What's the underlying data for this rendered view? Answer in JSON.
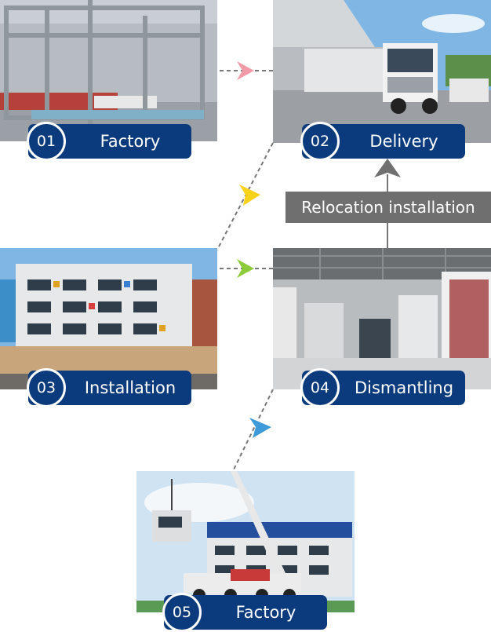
{
  "steps": [
    {
      "number": "01",
      "label": "Factory"
    },
    {
      "number": "02",
      "label": "Delivery"
    },
    {
      "number": "03",
      "label": "Installation"
    },
    {
      "number": "04",
      "label": "Dismantling"
    },
    {
      "number": "05",
      "label": "Factory"
    }
  ],
  "relocation_label": "Relocation installation",
  "colors": {
    "label_bg": "#0b3b7c",
    "relocation_bg": "#6f6f6f",
    "arrow_pink": "#f29aa8",
    "arrow_yellow": "#f7d21a",
    "arrow_green": "#8ccc3a",
    "arrow_blue": "#3f9ad9",
    "arrow_gray": "#6f6f6f"
  }
}
